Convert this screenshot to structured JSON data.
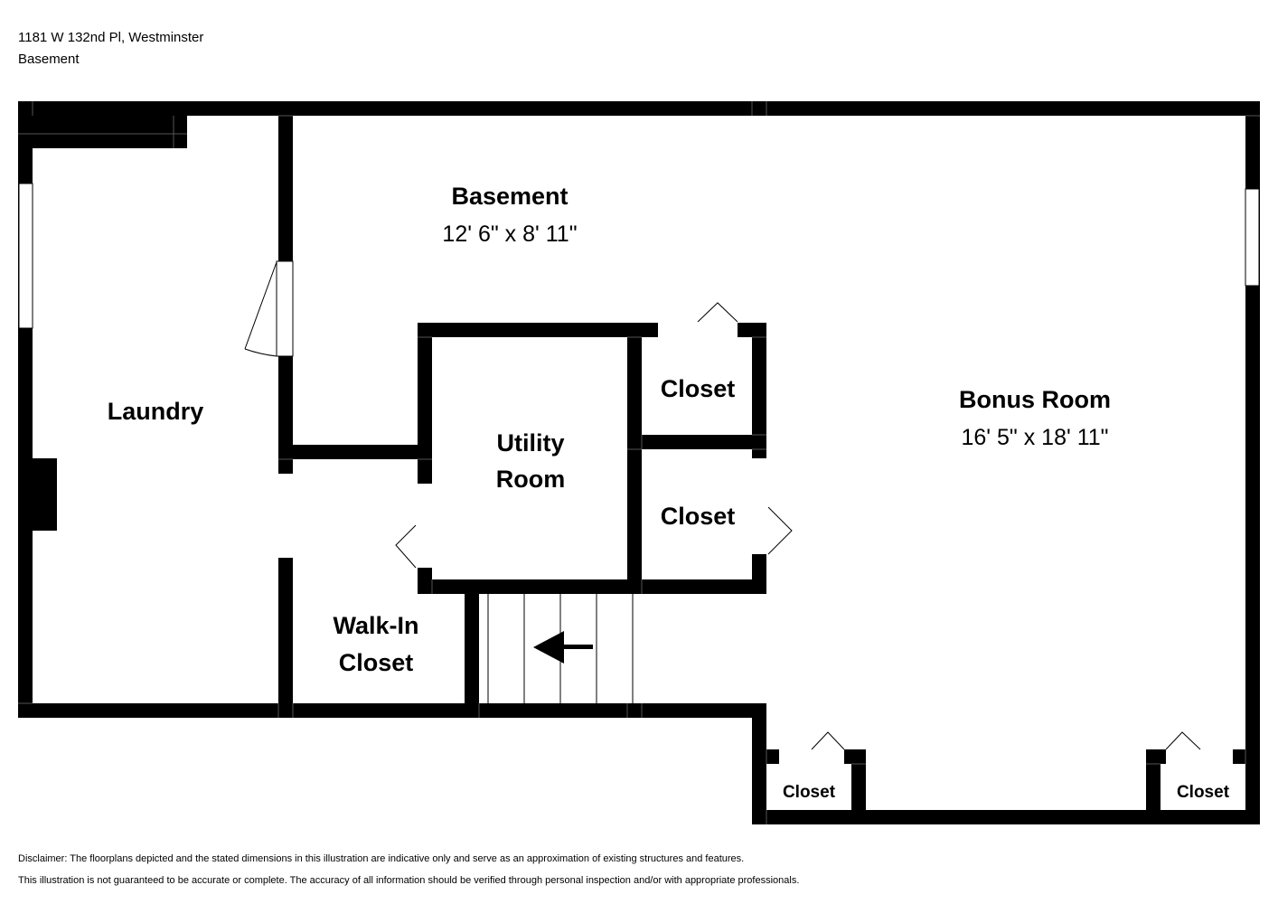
{
  "header": {
    "address": "1181 W 132nd Pl, Westminster",
    "level": "Basement"
  },
  "rooms": {
    "basement": {
      "name": "Basement",
      "dims": "12' 6\" x 8' 11\""
    },
    "laundry": {
      "name": "Laundry"
    },
    "utility": {
      "name_line1": "Utility",
      "name_line2": "Room"
    },
    "closet_upper": {
      "name": "Closet"
    },
    "closet_lower": {
      "name": "Closet"
    },
    "walkin": {
      "name_line1": "Walk-In",
      "name_line2": "Closet"
    },
    "bonus": {
      "name": "Bonus Room",
      "dims": "16' 5\" x 18' 11\""
    },
    "closet_bottom_left": {
      "name": "Closet"
    },
    "closet_bottom_right": {
      "name": "Closet"
    }
  },
  "disclaimer": {
    "line1": "Disclaimer: The floorplans depicted and the stated dimensions in this illustration are indicative only and serve as an approximation of existing structures and features.",
    "line2": "This illustration is not guaranteed to be accurate or complete. The accuracy of all information should be verified through personal inspection and/or with appropriate professionals."
  }
}
